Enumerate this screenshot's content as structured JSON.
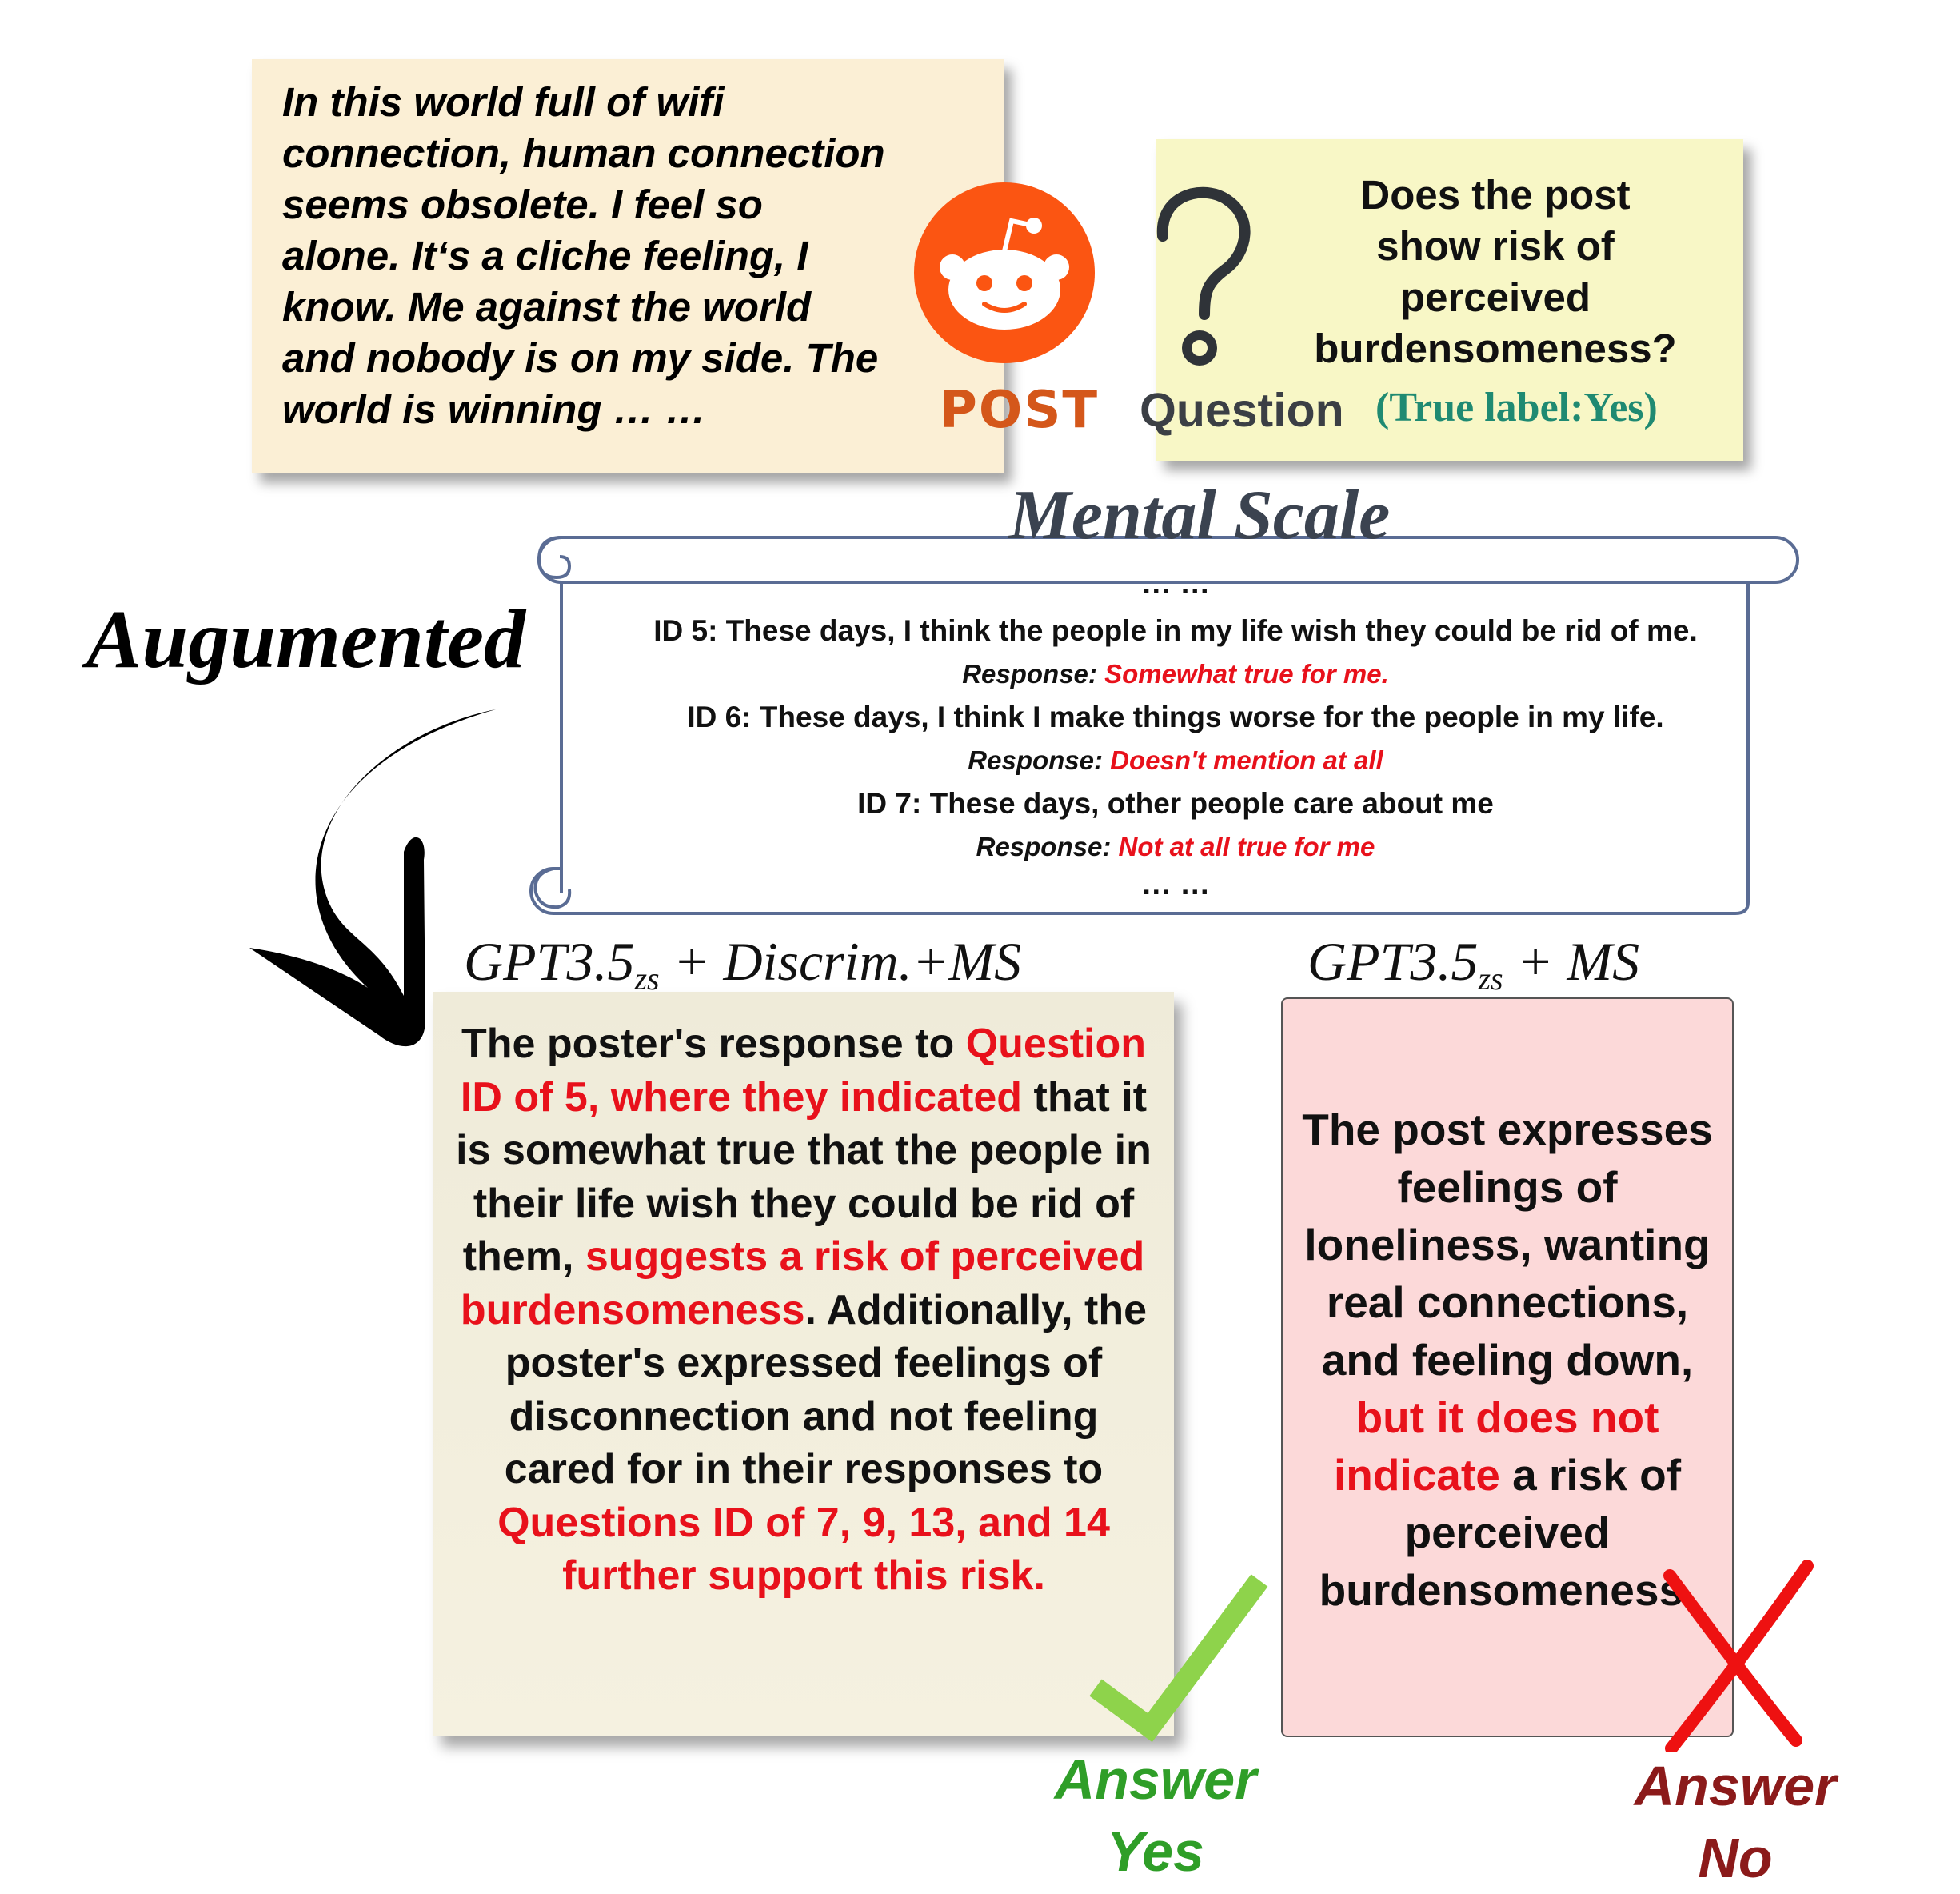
{
  "post": {
    "lines": [
      "In this world full of wifi",
      "connection, human connection",
      "seems obsolete. I feel so",
      "alone. It‘s a cliche feeling, I",
      "know. Me against the world",
      "and nobody is on my side. The",
      "world is winning … …"
    ],
    "label": "POST",
    "icon": "reddit-icon",
    "icon_color": "#fb5512"
  },
  "question": {
    "lines": [
      "Does the post",
      "show risk of",
      "perceived",
      "burdensomeness?"
    ],
    "label": "Question",
    "true_label": "(True label:Yes)",
    "icon": "question-mark-icon"
  },
  "mental_scale": {
    "title": "Mental Scale",
    "top_dots": "… …",
    "bottom_dots": "… …",
    "items": [
      {
        "id": "ID 5:",
        "text": " These days, I think the people in my life wish they could be rid of me.",
        "response_label": "Response: ",
        "response": "Somewhat true for me."
      },
      {
        "id": "ID 6:",
        "text": " These days, I think I make things worse for the people in my life.",
        "response_label": "Response: ",
        "response": "Doesn't mention at all"
      },
      {
        "id": "ID 7:",
        "text": " These days, other people care about me",
        "response_label": "Response: ",
        "response": "Not at all true for me"
      }
    ]
  },
  "augmented_label": "Augumented",
  "models": {
    "left": {
      "base": "GPT3.5",
      "sub": "zs",
      "suffix": " + Discrim.+MS"
    },
    "right": {
      "base": "GPT3.5",
      "sub": "zs",
      "suffix": " + MS"
    }
  },
  "left_answer": {
    "segments": [
      {
        "t": "The poster's response to ",
        "red": false
      },
      {
        "t": "Question ID of 5, where they indicated",
        "red": true
      },
      {
        "t": " that it is somewhat true that the people in their life wish they could be rid of them, ",
        "red": false
      },
      {
        "t": "suggests a risk of perceived burdensomeness",
        "red": true
      },
      {
        "t": ". Additionally, the poster's expressed feelings of disconnection and not feeling cared for in their responses to ",
        "red": false
      },
      {
        "t": "Questions ID of 7, 9, 13, and 14 further support this risk.",
        "red": true
      }
    ],
    "verdict": "Answer Yes",
    "verdict_lines": [
      "Answer",
      "Yes"
    ],
    "verdict_icon": "checkmark-icon",
    "verdict_color": "#2f9e28"
  },
  "right_answer": {
    "segments": [
      {
        "t": "The post expresses feelings of loneliness, wanting real connections, and feeling down, ",
        "red": false
      },
      {
        "t": "but it does not indicate",
        "red": true
      },
      {
        "t": " a risk of perceived burdensomeness.",
        "red": false
      }
    ],
    "verdict_lines": [
      "Answer",
      "No"
    ],
    "verdict_icon": "cross-icon",
    "verdict_color": "#8b1a1a"
  },
  "colors": {
    "highlight": "#e8111b",
    "post_note": "#fbefd5",
    "question_note": "#f8f7c6",
    "left_box": "#efebd9",
    "right_box": "#fcd9d9"
  }
}
